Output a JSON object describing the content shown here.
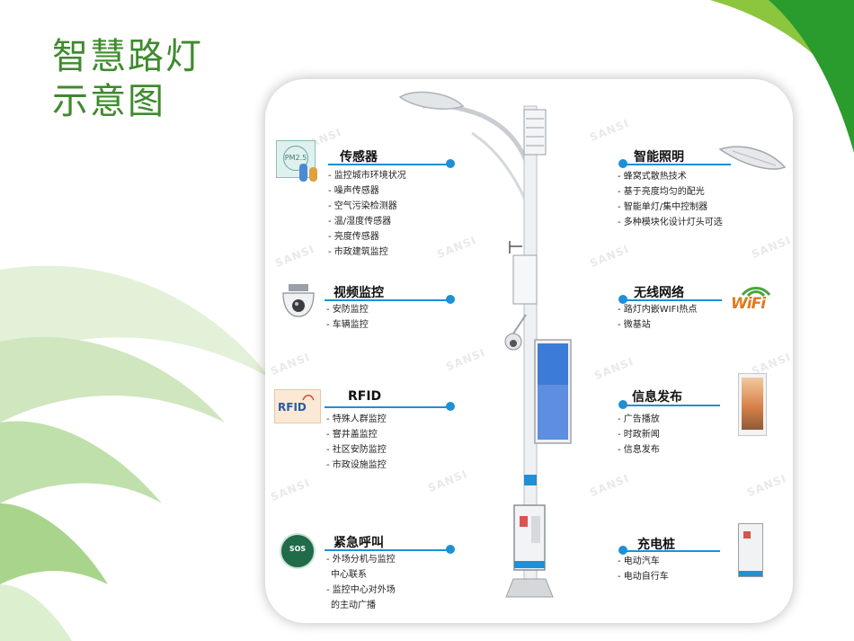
{
  "title": {
    "line1": "智慧路灯",
    "line2": "示意图"
  },
  "watermark": "SANSI",
  "colors": {
    "title": "#3f8a2e",
    "accent": "#1f8fd6",
    "green_dark": "#2a9b2d",
    "green_light": "#d5ebc8"
  },
  "sections": {
    "sensor": {
      "title": "传感器",
      "icon_text": "PM2.5",
      "items": [
        "监控城市环境状况",
        "噪声传感器",
        "空气污染检测器",
        "温/湿度传感器",
        "亮度传感器",
        "市政建筑监控"
      ]
    },
    "lighting": {
      "title": "智能照明",
      "items": [
        "蜂窝式散热技术",
        "基于亮度均匀的配光",
        "智能单灯/集中控制器",
        "多种模块化设计灯头可选"
      ]
    },
    "video": {
      "title": "视频监控",
      "items": [
        "安防监控",
        "车辆监控"
      ]
    },
    "wifi": {
      "title": "无线网络",
      "icon_text": "WiFi",
      "items": [
        "路灯内嵌WIFI热点",
        "微基站"
      ]
    },
    "rfid": {
      "title": "RFID",
      "icon_text": "RFID",
      "items": [
        "特殊人群监控",
        "窨井盖监控",
        "社区安防监控",
        "市政设施监控"
      ]
    },
    "info": {
      "title": "信息发布",
      "items": [
        "广告播放",
        "时政新闻",
        "信息发布"
      ]
    },
    "sos": {
      "title": "紧急呼叫",
      "icon_text": "SOS",
      "items": [
        "外场分机与监控",
        "中心联系",
        "监控中心对外场",
        "的主动广播"
      ]
    },
    "charging": {
      "title": "充电桩",
      "items": [
        "电动汽车",
        "电动自行车"
      ]
    }
  }
}
